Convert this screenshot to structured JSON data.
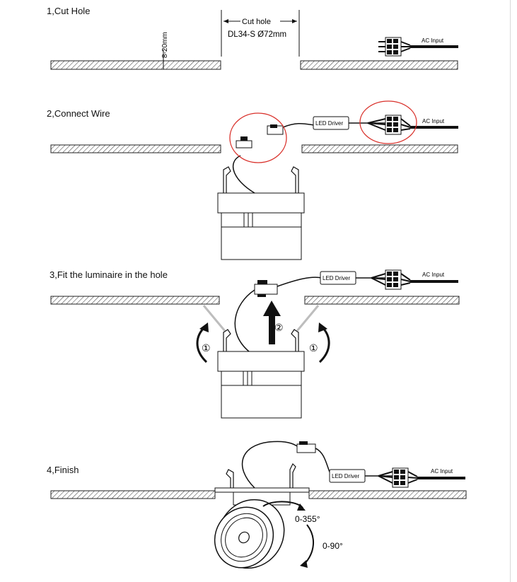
{
  "steps": [
    {
      "title": "1,Cut Hole"
    },
    {
      "title": "2,Connect Wire"
    },
    {
      "title": "3,Fit the luminaire in the hole"
    },
    {
      "title": "4,Finish"
    }
  ],
  "labels": {
    "cut_hole": "Cut hole",
    "model_size": "DL34-S  Ø72mm",
    "thickness": "8-20mm",
    "ac_input": "AC Input",
    "led_driver": "LED Driver",
    "step_one": "①",
    "step_two": "②",
    "rotate_horizontal": "0-355°",
    "tilt": "0-90°"
  },
  "colors": {
    "highlight_circle": "#d9312b",
    "line": "#111111",
    "ceiling_hatch": "#333333",
    "spring": "#bdbdbd"
  }
}
